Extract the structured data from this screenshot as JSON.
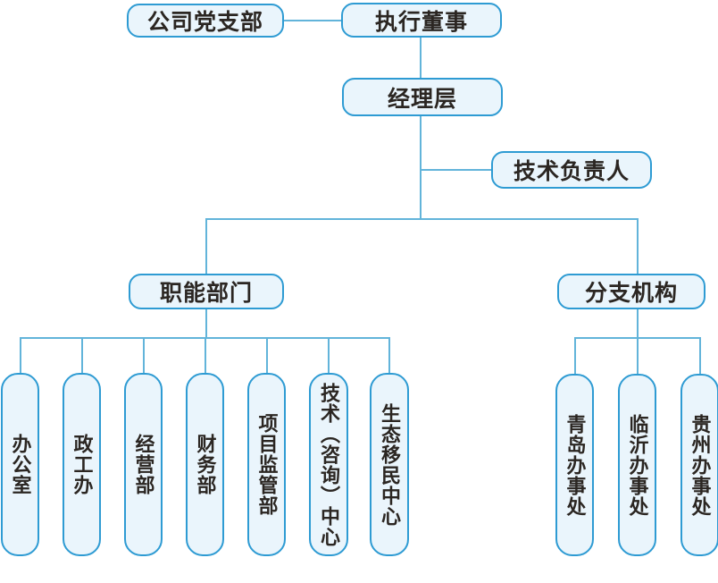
{
  "colors": {
    "box_border": "#2e9bd3",
    "box_fill": "#eaf5fc",
    "connector": "#62b4da",
    "text": "#2b2622",
    "background": "#ffffff"
  },
  "org_chart": {
    "type": "organization-chart",
    "party_branch": "公司党支部",
    "executive_director": "执行董事",
    "management_level": "经理层",
    "technical_lead": "技术负责人",
    "functional_departments": {
      "label": "职能部门",
      "children": [
        "办公室",
        "政工办",
        "经营部",
        "财务部",
        "项目监管部",
        "技术（咨询）中心",
        "生态移民中心"
      ]
    },
    "branch_offices": {
      "label": "分支机构",
      "children": [
        "青岛办事处",
        "临沂办事处",
        "贵州办事处"
      ]
    }
  }
}
